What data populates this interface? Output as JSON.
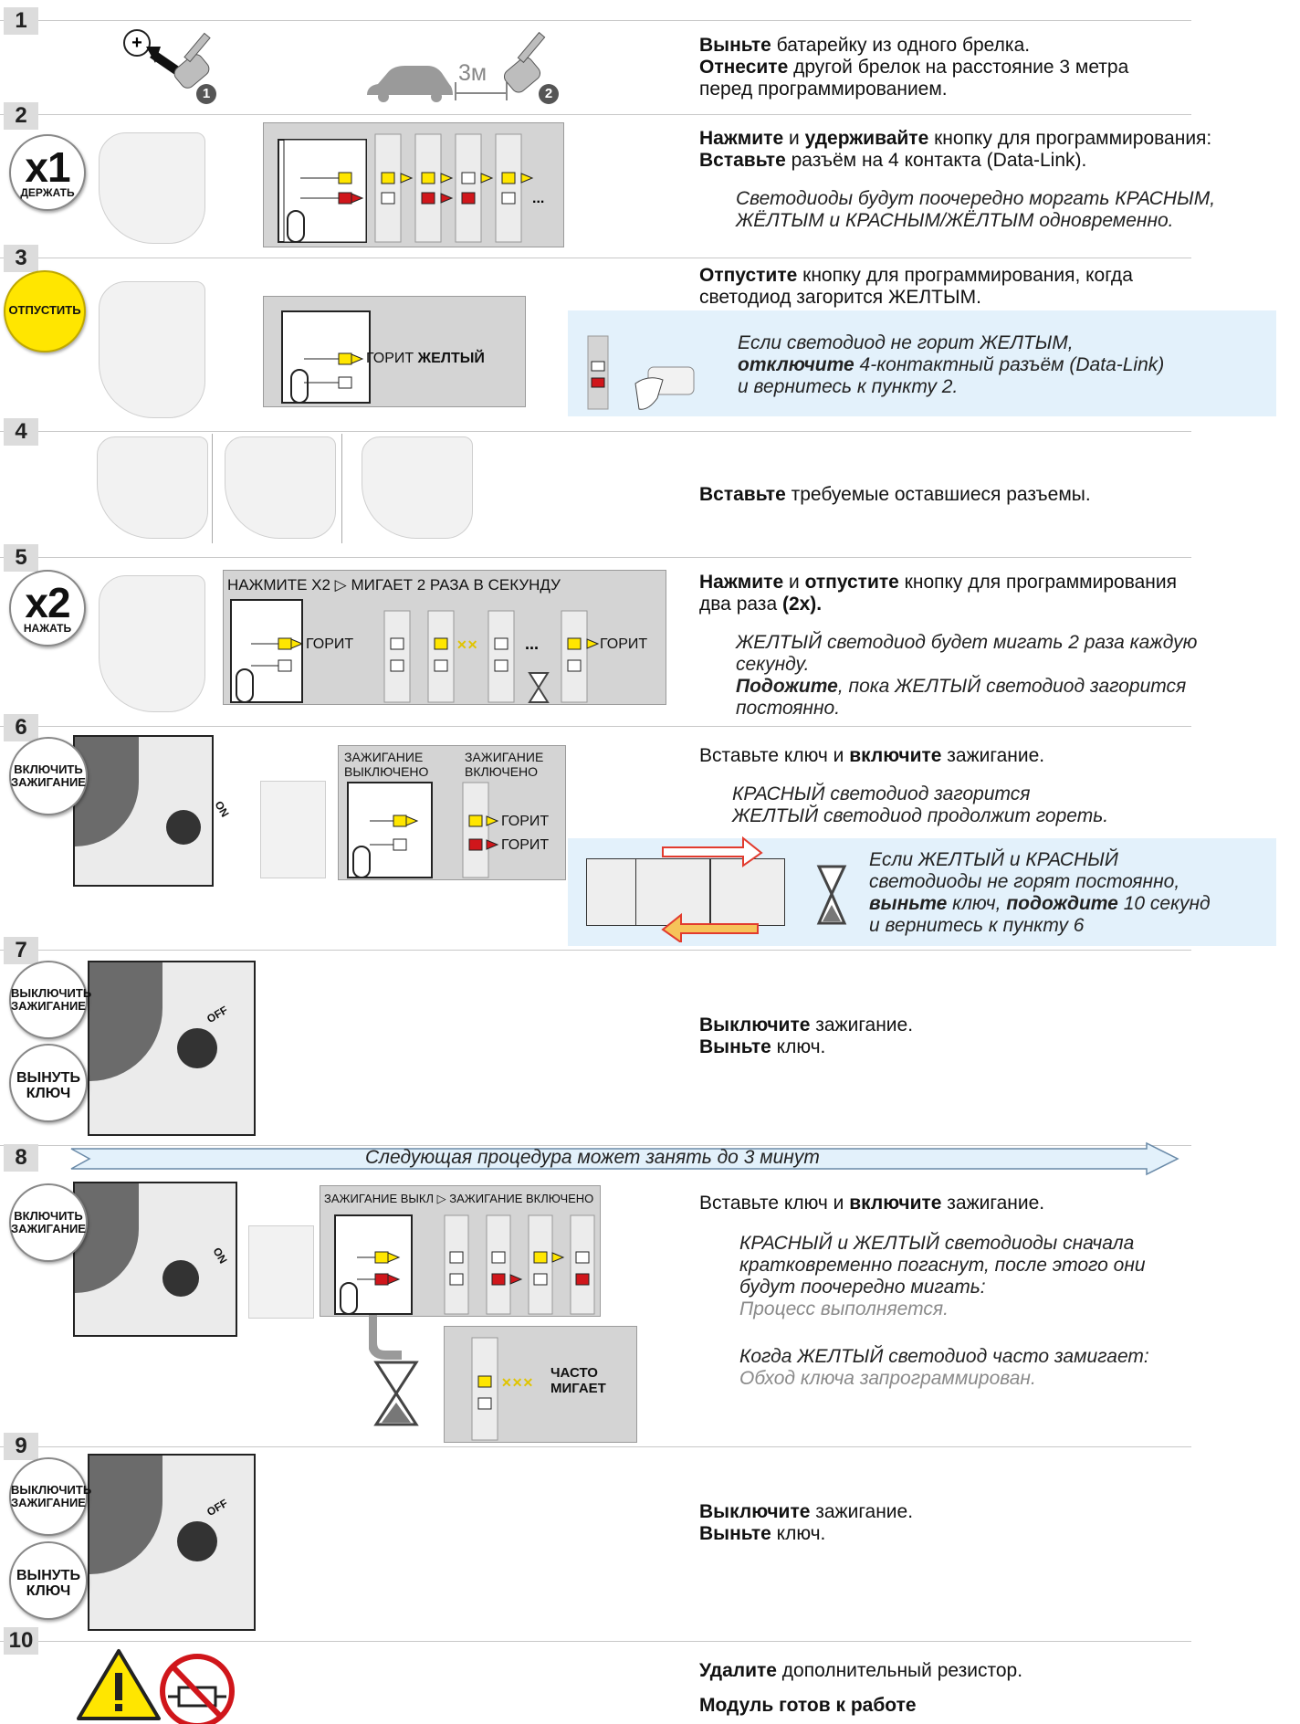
{
  "steps": {
    "s1": {
      "num": "1",
      "distance_label": "3м",
      "marker_1": "1",
      "marker_2": "2",
      "t1a": "Выньте",
      "t1b": " батарейку из одного брелка.",
      "t2a": "Отнесите",
      "t2b": " другой брелок на расстояние 3 метра",
      "t3": "перед программированием."
    },
    "s2": {
      "num": "2",
      "badge_big": "x1",
      "badge_small": "ДЕРЖАТЬ",
      "t1a": "Нажмите",
      "t1b": " и ",
      "t1c": "удерживайте",
      "t1d": " кнопку для программирования:",
      "t2a": "Вставьте",
      "t2b": " разъём на 4 контакта (Data-Link).",
      "note1": "Светодиоды будут поочередно моргать КРАСНЫМ,",
      "note2": "ЖЁЛТЫМ и КРАСНЫМ/ЖЁЛТЫМ одновременно."
    },
    "s3": {
      "num": "3",
      "badge": "ОТПУСТИТЬ",
      "panel_label_a": "ГОРИТ ",
      "panel_label_b": "ЖЕЛТЫЙ",
      "t1a": "Отпустите",
      "t1b": " кнопку для программирования, когда",
      "t2": "светодиод загорится ЖЕЛТЫМ.",
      "note1": "Если светодиод не горит ЖЕЛТЫМ,",
      "note2a": "отключите",
      "note2b": " 4-контактный разъём (Data-Link)",
      "note3": "и вернитесь к пункту 2."
    },
    "s4": {
      "num": "4",
      "t1a": "Вставьте",
      "t1b": " требуемые оставшиеся разъемы."
    },
    "s5": {
      "num": "5",
      "badge_big": "x2",
      "badge_small": "НАЖАТЬ",
      "panel_title_a": "НАЖМИТЕ X2",
      "panel_title_b": "МИГАЕТ 2 РАЗА В СЕКУНДУ",
      "panel_label_left": "ГОРИТ",
      "panel_label_right": "ГОРИТ",
      "t1a": "Нажмите",
      "t1b": " и ",
      "t1c": "отпустите",
      "t1d": " кнопку для программирования",
      "t2a": "два раза ",
      "t2b": "(2x).",
      "note1": "ЖЕЛТЫЙ светодиод будет мигать 2 раза каждую",
      "note2": "секунду.",
      "note3a": "Подожите",
      "note3b": ", пока ЖЕЛТЫЙ светодиод загорится",
      "note4": "постоянно."
    },
    "s6": {
      "num": "6",
      "badge": "ВКЛЮЧИТЬ ЗАЖИГАНИЕ",
      "key_label": "ON",
      "panel_h1": "ЗАЖИГАНИЕ",
      "panel_h1b": "ВЫКЛЮЧЕНО",
      "panel_h2": "ЗАЖИГАНИЕ",
      "panel_h2b": "ВКЛЮЧЕНО",
      "label_yellow": "ГОРИТ",
      "label_red": "ГОРИТ",
      "t1a": "Вставьте ключ и ",
      "t1b": "включите",
      "t1c": " зажигание.",
      "note1": "КРАСНЫЙ светодиод загорится",
      "note2": "ЖЕЛТЫЙ светодиод продолжит гореть.",
      "box1": "Если ЖЕЛТЫЙ и КРАСНЫЙ",
      "box2": "светодиоды не горят постоянно,",
      "box3a": "выньте",
      "box3b": " ключ, ",
      "box3c": "подождите",
      "box3d": " 10 секунд",
      "box4": "и вернитесь к пункту 6"
    },
    "s7": {
      "num": "7",
      "badge1": "ВЫКЛЮЧИТЬ ЗАЖИГАНИЕ",
      "badge2": "ВЫНУТЬ КЛЮЧ",
      "key_label": "OFF",
      "t1a": "Выключите",
      "t1b": " зажигание.",
      "t2a": "Выньте",
      "t2b": " ключ."
    },
    "s8": {
      "num": "8",
      "arrow_text": "Следующая процедура может занять до 3 минут",
      "badge": "ВКЛЮЧИТЬ ЗАЖИГАНИЕ",
      "key_label": "ON",
      "panel_title_a": "ЗАЖИГАНИЕ ВЫКЛ",
      "panel_title_b": "ЗАЖИГАНИЕ ВКЛЮЧЕНО",
      "blink_a": "ЧАСТО",
      "blink_b": "МИГАЕТ",
      "t1a": "Вставьте ключ и ",
      "t1b": "включите",
      "t1c": " зажигание.",
      "note1": "КРАСНЫЙ и ЖЕЛТЫЙ светодиоды сначала",
      "note2": "кратковременно погаснут, после этого они",
      "note3": "будут поочередно мигать:",
      "note4": "Процесс выполняется.",
      "note5": "Когда ЖЕЛТЫЙ светодиод часто замигает:",
      "note6": "Обход ключа запрограммирован."
    },
    "s9": {
      "num": "9",
      "badge1": "ВЫКЛЮЧИТЬ ЗАЖИГАНИЕ",
      "badge2": "ВЫНУТЬ КЛЮЧ",
      "key_label": "OFF",
      "t1a": "Выключите",
      "t1b": " зажигание.",
      "t2a": "Выньте",
      "t2b": " ключ."
    },
    "s10": {
      "num": "10",
      "t1a": "Удалите",
      "t1b": " дополнительный резистор.",
      "t2": "Модуль готов к работе"
    }
  },
  "colors": {
    "led_yellow": "#ffe600",
    "led_red": "#d0161b",
    "panel": "#d4d4d4",
    "note_bg": "#e3f1fb"
  }
}
